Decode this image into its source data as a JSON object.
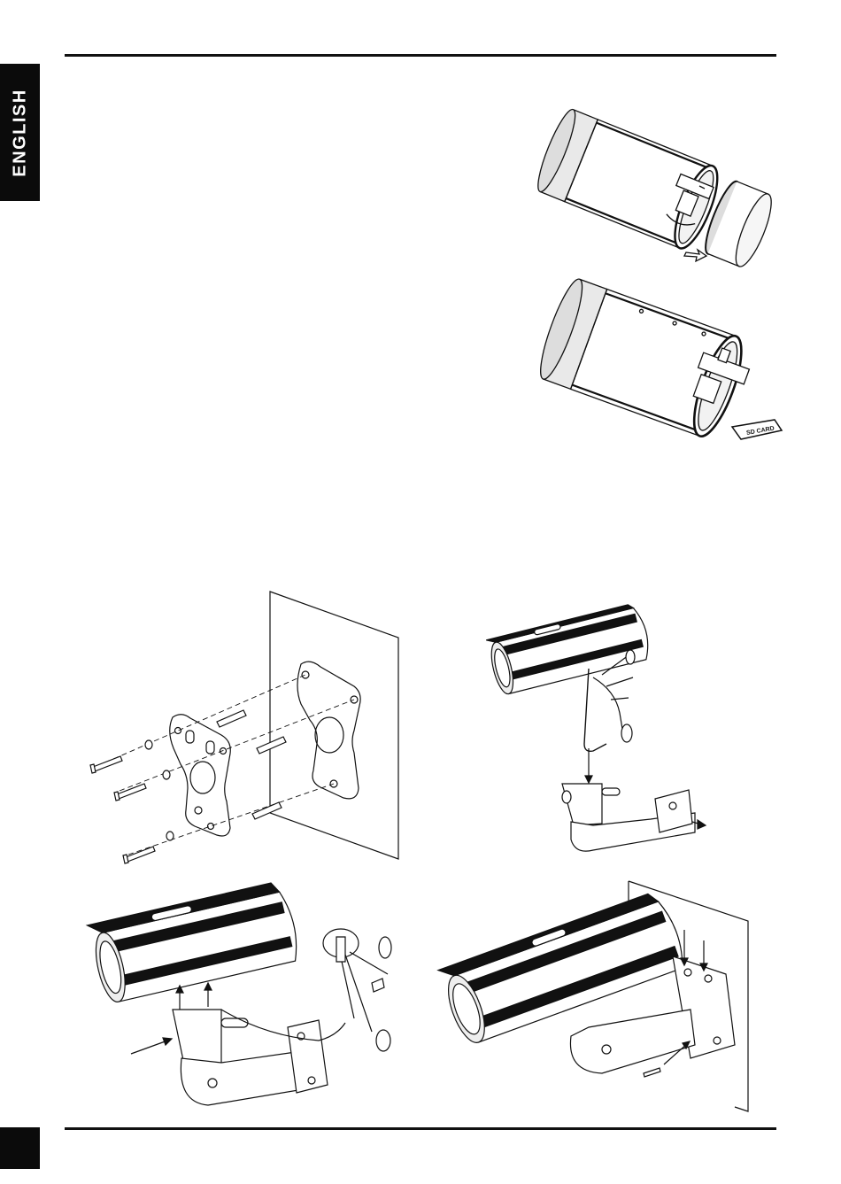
{
  "header": {
    "language_tab": "ENGLISH"
  },
  "figures": {
    "sd_card_remove_cap": {
      "description_icon": "camera-open-back-cap-illustration"
    },
    "sd_card_insert": {
      "card_label": "SD CARD"
    },
    "wall_plate_mount": {
      "description_icon": "wall-mount-exploded-illustration"
    },
    "cable_through_bracket": {
      "description_icon": "camera-cable-bracket-illustration"
    },
    "camera_on_bracket": {
      "description_icon": "camera-bracket-assembly-illustration"
    },
    "bracket_to_wall": {
      "description_icon": "camera-wall-mounted-illustration"
    }
  },
  "footer": {
    "page_number": ""
  },
  "colors": {
    "ink": "#111111",
    "tab_bg": "#0b0b0b",
    "tab_text": "#ffffff"
  }
}
